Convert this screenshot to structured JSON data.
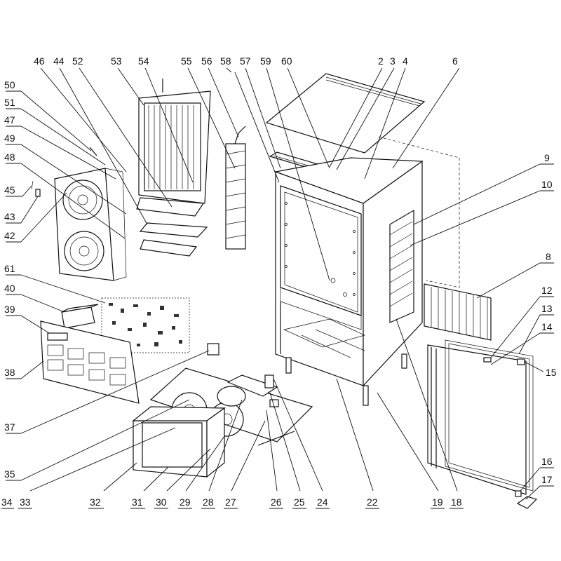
{
  "callouts": {
    "top": [
      "46",
      "44",
      "52",
      "53",
      "54",
      "55",
      "56",
      "58",
      "57",
      "59",
      "60",
      "2",
      "3",
      "4",
      "6"
    ],
    "left": [
      "50",
      "51",
      "47",
      "49",
      "48",
      "45",
      "43",
      "42",
      "61",
      "40",
      "39",
      "38",
      "37",
      "35",
      "34",
      "33"
    ],
    "right": [
      "9",
      "10",
      "8",
      "12",
      "13",
      "14",
      "15",
      "16",
      "17"
    ],
    "bottom": [
      "32",
      "31",
      "30",
      "29",
      "28",
      "27",
      "26",
      "25",
      "24",
      "22",
      "19",
      "18"
    ]
  }
}
